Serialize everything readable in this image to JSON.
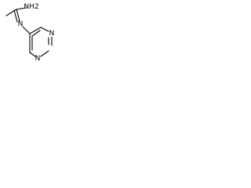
{
  "molecule": {
    "labels": {
      "amine": "NH2",
      "imine": "N",
      "ring_n_upper": "N",
      "ring_n_lower": "N"
    },
    "colors": {
      "bond": "#000000",
      "text": "#000000",
      "background": "#ffffff"
    }
  }
}
